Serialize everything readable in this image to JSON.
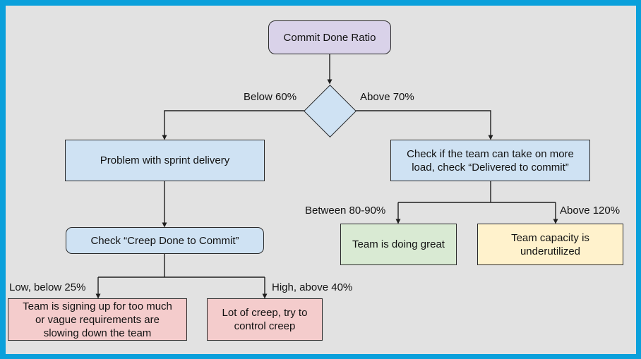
{
  "diagram": {
    "title_node": "Commit Done Ratio",
    "nodes": {
      "commit_done_ratio": "Commit Done Ratio",
      "problem_sprint": "Problem with sprint delivery",
      "check_load": "Check if the team can take on more\nload, check “Delivered to commit”",
      "check_creep": "Check “Creep Done to Commit”",
      "signing_up": "Team is signing up for too much\nor vague requirements are\nslowing down the team",
      "lot_of_creep": "Lot of creep, try to\ncontrol creep",
      "doing_great": "Team is doing great",
      "underutilized": "Team capacity is\nunderutilized"
    },
    "edge_labels": {
      "below_60": "Below 60%",
      "above_70": "Above 70%",
      "low_25": "Low, below 25%",
      "high_40": "High, above 40%",
      "between_80_90": "Between 80-90%",
      "above_120": "Above 120%"
    },
    "colors": {
      "frame_border": "#0aa0db",
      "canvas_background": "#e2e2e2",
      "node_blue": "#cfe2f3",
      "node_purple": "#d9d2e9",
      "node_pink": "#f4cccc",
      "node_green": "#d9ead3",
      "node_yellow": "#fff2cc",
      "line": "#1f1f1f",
      "text": "#121212"
    }
  }
}
